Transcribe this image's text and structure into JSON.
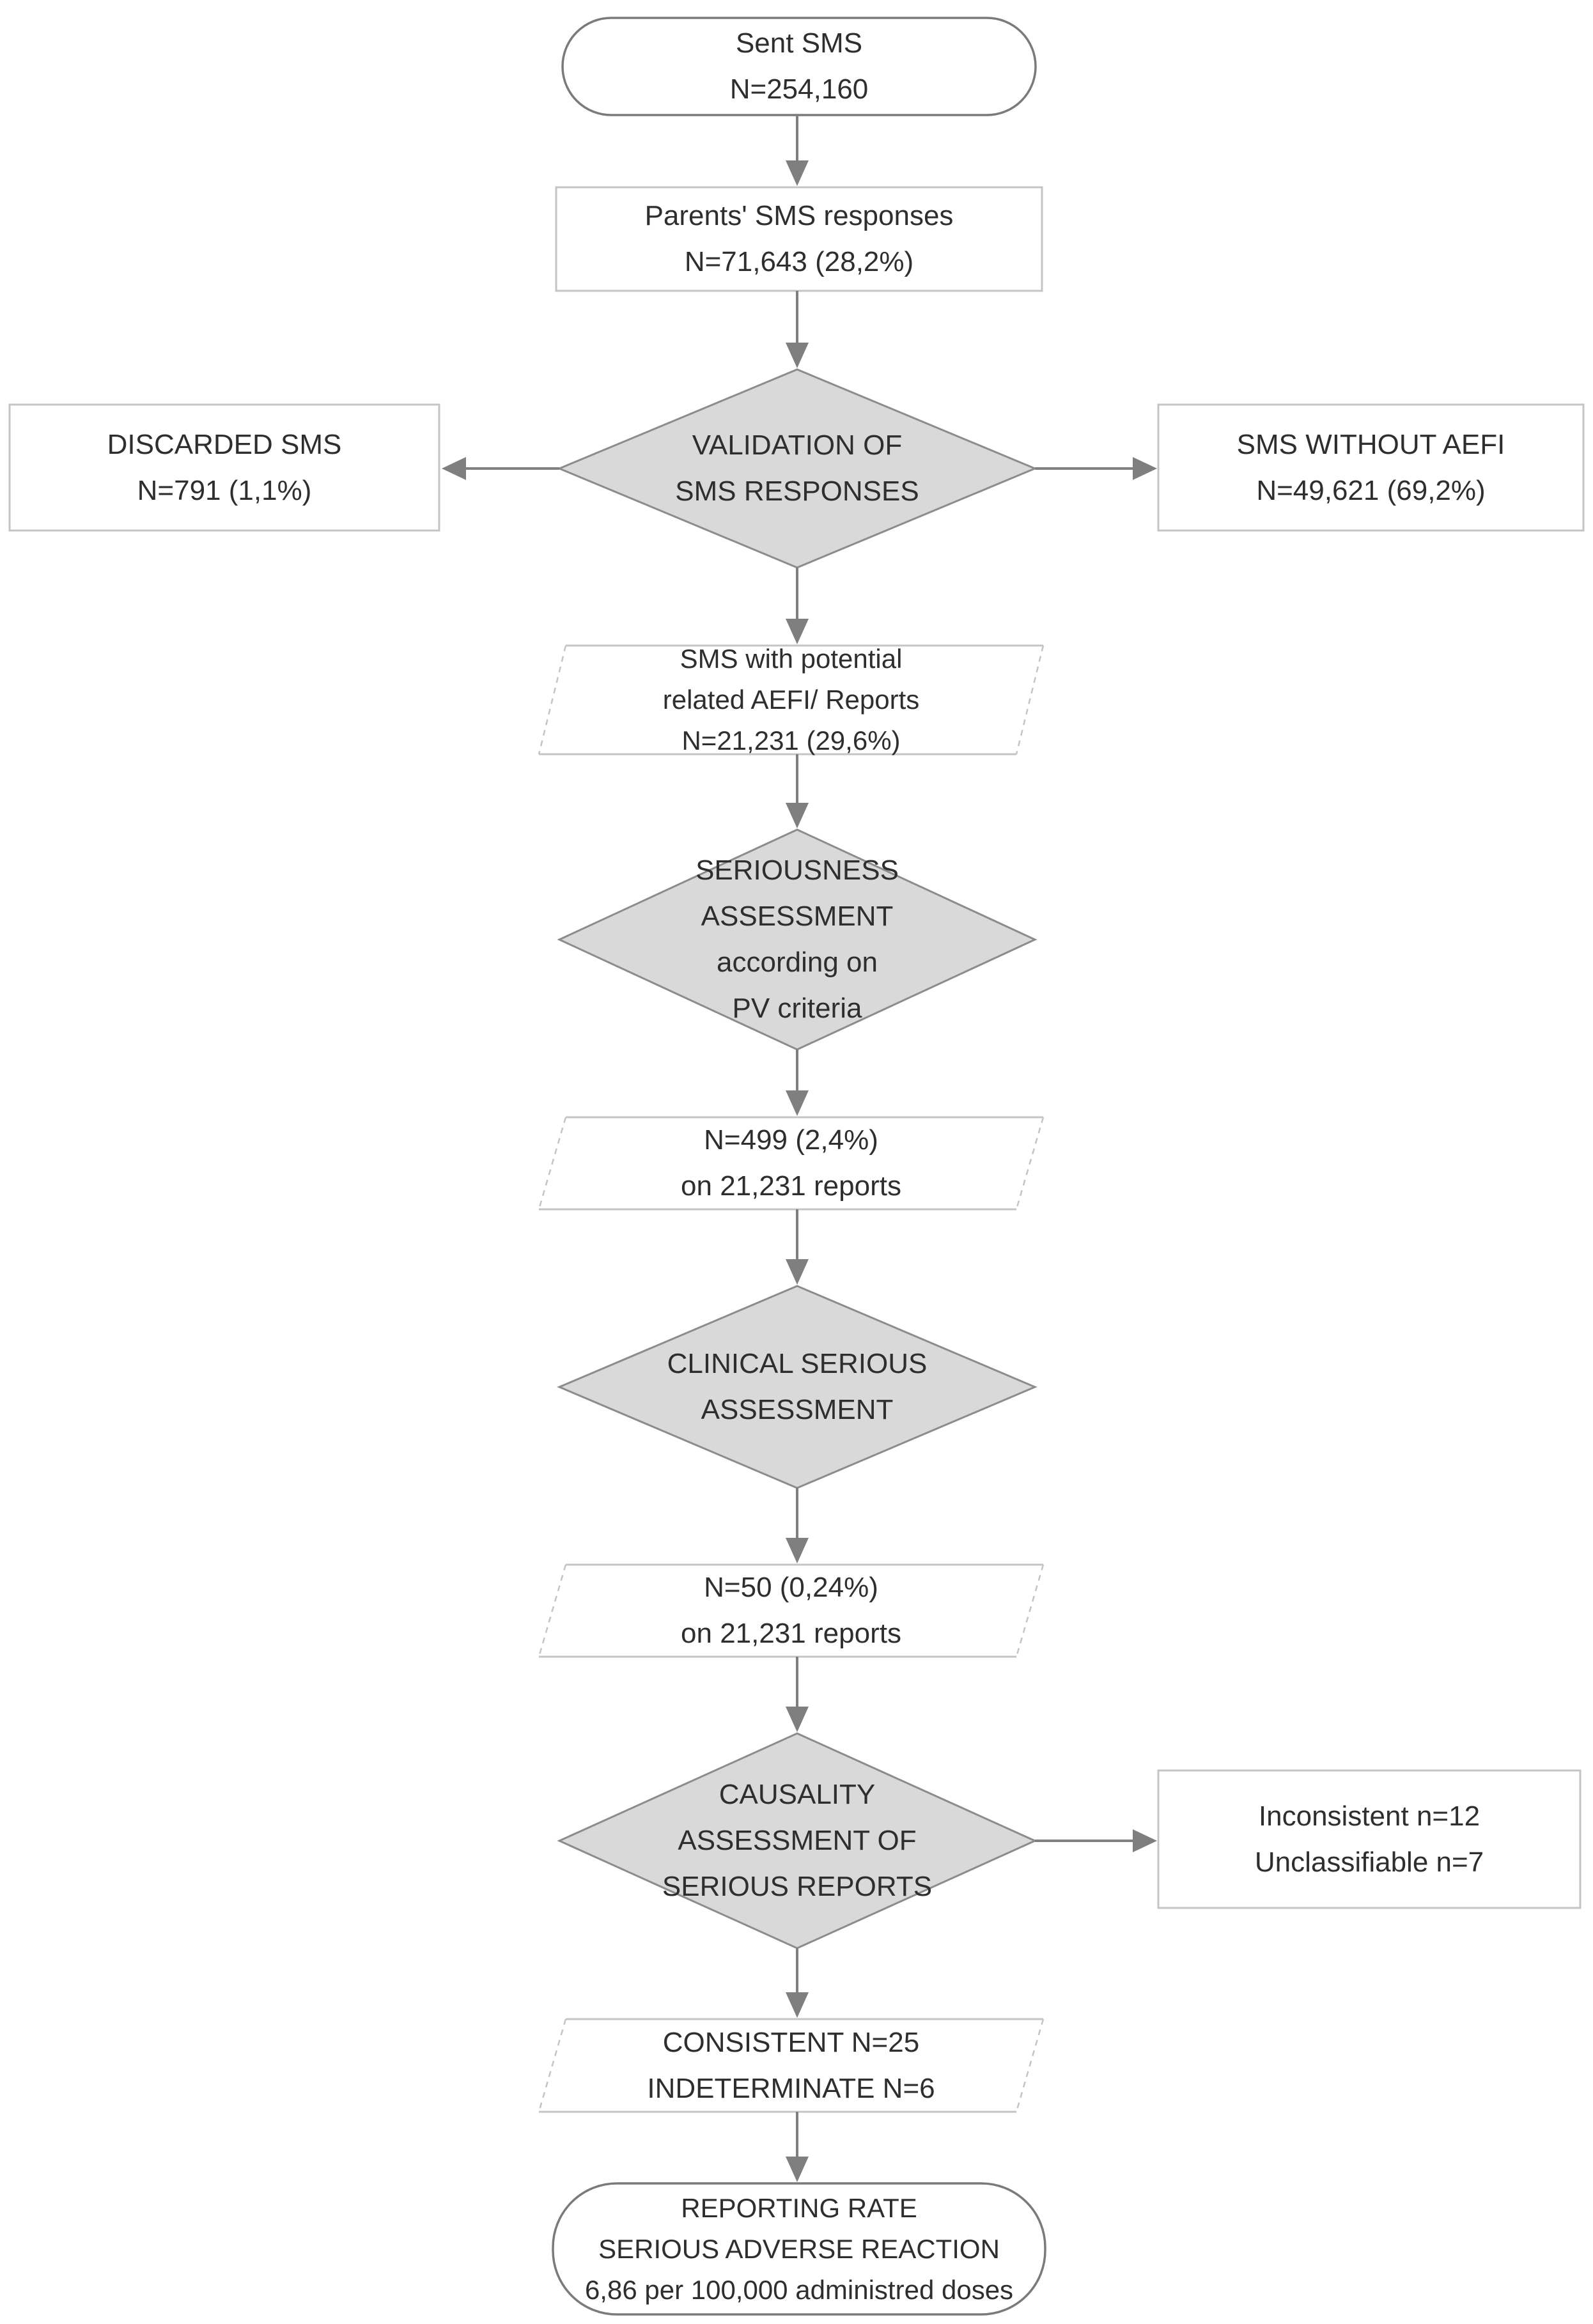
{
  "nodes": {
    "sent_sms": {
      "line1": "Sent SMS",
      "line2": "N=254,160"
    },
    "parents_responses": {
      "line1": "Parents' SMS responses",
      "line2": "N=71,643 (28,2%)"
    },
    "validation": {
      "line1": "VALIDATION OF",
      "line2": "SMS RESPONSES"
    },
    "discarded": {
      "line1": "DISCARDED SMS",
      "line2": "N=791 (1,1%)"
    },
    "without_aefi": {
      "line1": "SMS WITHOUT AEFI",
      "line2": "N=49,621 (69,2%)"
    },
    "potential_aefi": {
      "line1": "SMS with potential",
      "line2": "related AEFI/ Reports",
      "line3": "N=21,231 (29,6%)"
    },
    "seriousness": {
      "line1": "SERIOUSNESS",
      "line2": "ASSESSMENT",
      "line3": "according on",
      "line4": "PV criteria"
    },
    "pv_serious": {
      "line1": "N=499 (2,4%)",
      "line2": "on 21,231 reports"
    },
    "clinical": {
      "line1": "CLINICAL SERIOUS",
      "line2": "ASSESSMENT"
    },
    "clinical_serious": {
      "line1": "N=50 (0,24%)",
      "line2": "on 21,231 reports"
    },
    "causality": {
      "line1": "CAUSALITY",
      "line2": "ASSESSMENT OF",
      "line3": "SERIOUS REPORTS"
    },
    "causality_excluded": {
      "line1": "Inconsistent n=12",
      "line2": "Unclassifiable n=7"
    },
    "consistent": {
      "line1": "CONSISTENT N=25",
      "line2": "INDETERMINATE N=6"
    },
    "reporting_rate": {
      "line1": "REPORTING RATE",
      "line2": "SERIOUS ADVERSE REACTION",
      "line3": "6,86 per 100,000 administred doses"
    }
  },
  "colors": {
    "diamond-fill": "#d9d9d9",
    "diamond-border": "#8c8c8c",
    "box-border": "#c4c4c4",
    "terminator-border": "#7a7a7a",
    "arrow": "#7f7f7f",
    "text-color": "#2e2e2e",
    "bg": "#ffffff"
  }
}
